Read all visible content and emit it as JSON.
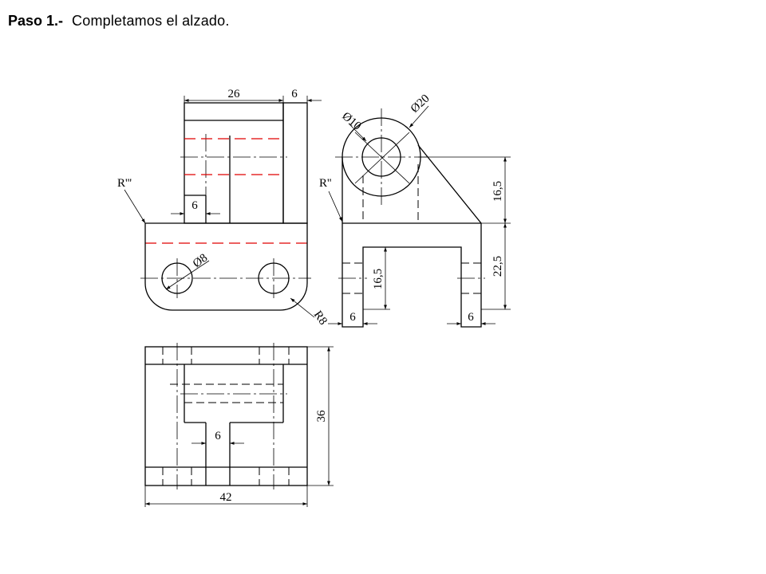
{
  "heading": {
    "step": "Paso 1.-",
    "description": "Completamos el alzado."
  },
  "dimensions": {
    "top_width": "26",
    "top_offset": "6",
    "left_slot": "6",
    "radius_r3": "R'''",
    "hole_small": "Ø8",
    "radius_r8": "R8",
    "diam_10": "Ø10",
    "diam_20": "Ø20",
    "radius_r2": "R''",
    "h_16_5_right": "16,5",
    "h_22_5": "22,5",
    "h_16_5_inner": "16,5",
    "base_left_6": "6",
    "base_right_6": "6",
    "plan_depth": "36",
    "plan_slot": "6",
    "plan_width": "42"
  },
  "colors": {
    "line": "#000000",
    "hidden_added": "#e00000"
  }
}
